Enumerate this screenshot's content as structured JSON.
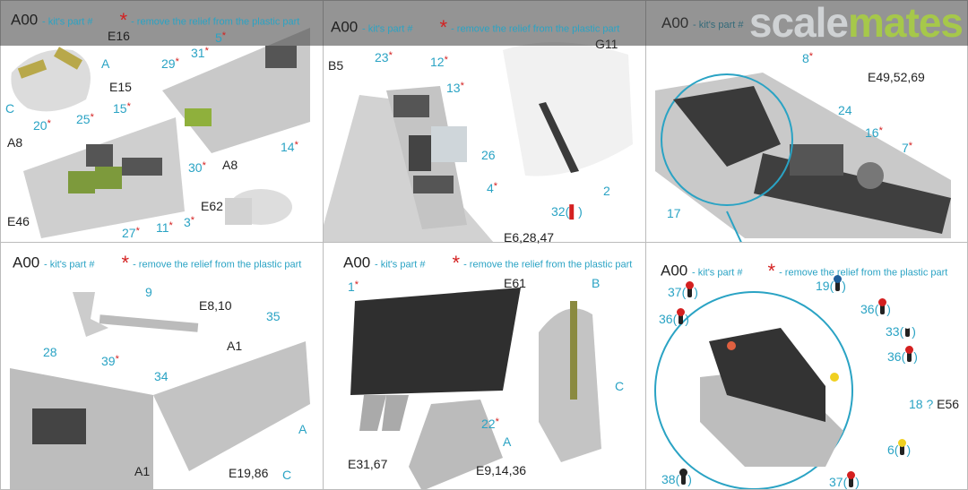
{
  "watermark": {
    "part1": "scale",
    "part2": "mates"
  },
  "legend": {
    "code": "A00",
    "kit_part": "- kit's part #",
    "star": "*",
    "remove": "- remove the relief from the plastic part"
  },
  "colors": {
    "teal": "#2aa3c4",
    "red": "#d42020",
    "green": "#a6c84a",
    "blue": "#1f5f9a",
    "yellow": "#f0d020",
    "white": "#ffffff",
    "black": "#222222"
  },
  "panel1": {
    "labels": [
      "E16",
      "A",
      "C",
      "29",
      "31",
      "5",
      "E15",
      "25",
      "15",
      "20",
      "A8",
      "A8",
      "30",
      "14",
      "E62",
      "E46",
      "27",
      "11",
      "3"
    ]
  },
  "panel2": {
    "labels": [
      "B5",
      "23",
      "12",
      "13",
      "26",
      "4",
      "G11",
      "2",
      "32(",
      "E6,28,47"
    ]
  },
  "panel3": {
    "labels": [
      "8",
      "24",
      "16",
      "7",
      "E49,52,69",
      "17"
    ]
  },
  "panel4": {
    "labels": [
      "9",
      "E8,10",
      "39",
      "28",
      "35",
      "A1",
      "34",
      "A1",
      "A",
      "E19,86",
      "C"
    ]
  },
  "panel5": {
    "labels": [
      "1",
      "E61",
      "B",
      "C",
      "22",
      "A",
      "E31,67",
      "E9,14,36"
    ]
  },
  "panel6": {
    "labels": [
      "37(",
      "19(",
      "36(",
      "36(",
      "33(",
      "36(",
      "18 ? ",
      "E56",
      "6(",
      "38(",
      "37("
    ],
    "close": ")"
  }
}
